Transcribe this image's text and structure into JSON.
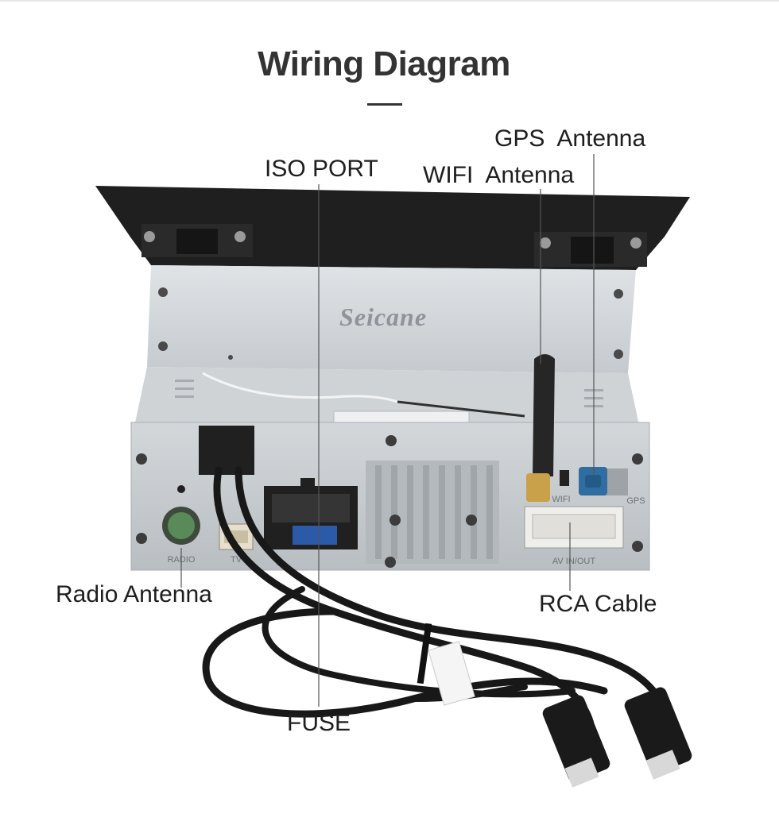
{
  "title": "Wiring Diagram",
  "brand": "Seicane",
  "labels": {
    "iso_port": "ISO PORT",
    "gps_antenna": "GPS  Antenna",
    "wifi_antenna": "WIFI  Antenna",
    "radio_antenna": "Radio Antenna",
    "rca_cable": "RCA Cable",
    "fuse": "FUSE"
  },
  "panel_markings": {
    "radio": "RADIO",
    "tv": "TV",
    "wifi": "WIFI",
    "gps": "GPS",
    "av_in_out": "AV IN/OUT"
  },
  "colors": {
    "text": "#1e1e1e",
    "title": "#333333",
    "chassis": "#c9cdd1",
    "bezel": "#1f1f1f",
    "gps_connector": "#2f6ea3"
  }
}
